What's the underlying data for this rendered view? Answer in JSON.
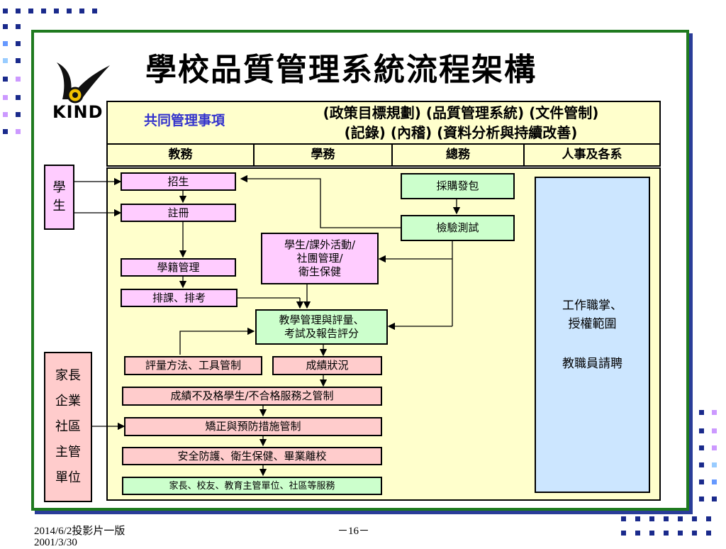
{
  "title": "學校品質管理系統流程架構",
  "logo_text": "KIND",
  "header": {
    "common_label": "共同管理事項",
    "policy_line1": "(政策目標規劃) (品質管理系統) (文件管制)",
    "policy_line2": "(記錄) (內稽) (資料分析與持續改善)"
  },
  "columns": [
    "教務",
    "學務",
    "總務",
    "人事及各系"
  ],
  "nodes": {
    "student_side": "學\n生",
    "parents_side": "家長\n企業\n社區\n主管\n單位",
    "recruit": "招生",
    "register": "註冊",
    "status_mgmt": "學籍管理",
    "schedule": "排課、排考",
    "student_activities": "學生/課外活動/\n社團管理/\n衛生保健",
    "teaching_eval": "教學管理與評量、\n考試及報告評分",
    "assess_methods": "評量方法、工具管制",
    "grades": "成績狀況",
    "fail_control": "成績不及格學生/不合格服務之管制",
    "corrective": "矯正與預防措施管制",
    "safety": "安全防護、衛生保健、畢業離校",
    "services": "家長、校友、教育主管單位、社區等服務",
    "procurement": "採購發包",
    "inspection": "檢驗測試",
    "hr_text1": "工作職掌、\n授權範圍",
    "hr_text2": "教職員請聘"
  },
  "footer": {
    "date_version": "2014/6/2投影片一版",
    "date_second": "2001/3/30",
    "page": "－16－"
  },
  "colors": {
    "frame": "#1f7a1f",
    "shadow": "#2a3d99",
    "header_bg": "#ffffcc",
    "pink": "#ffccff",
    "salmon": "#ffcccc",
    "green": "#ccffcc",
    "blue": "#cce6ff",
    "common_label": "#3333cc"
  }
}
